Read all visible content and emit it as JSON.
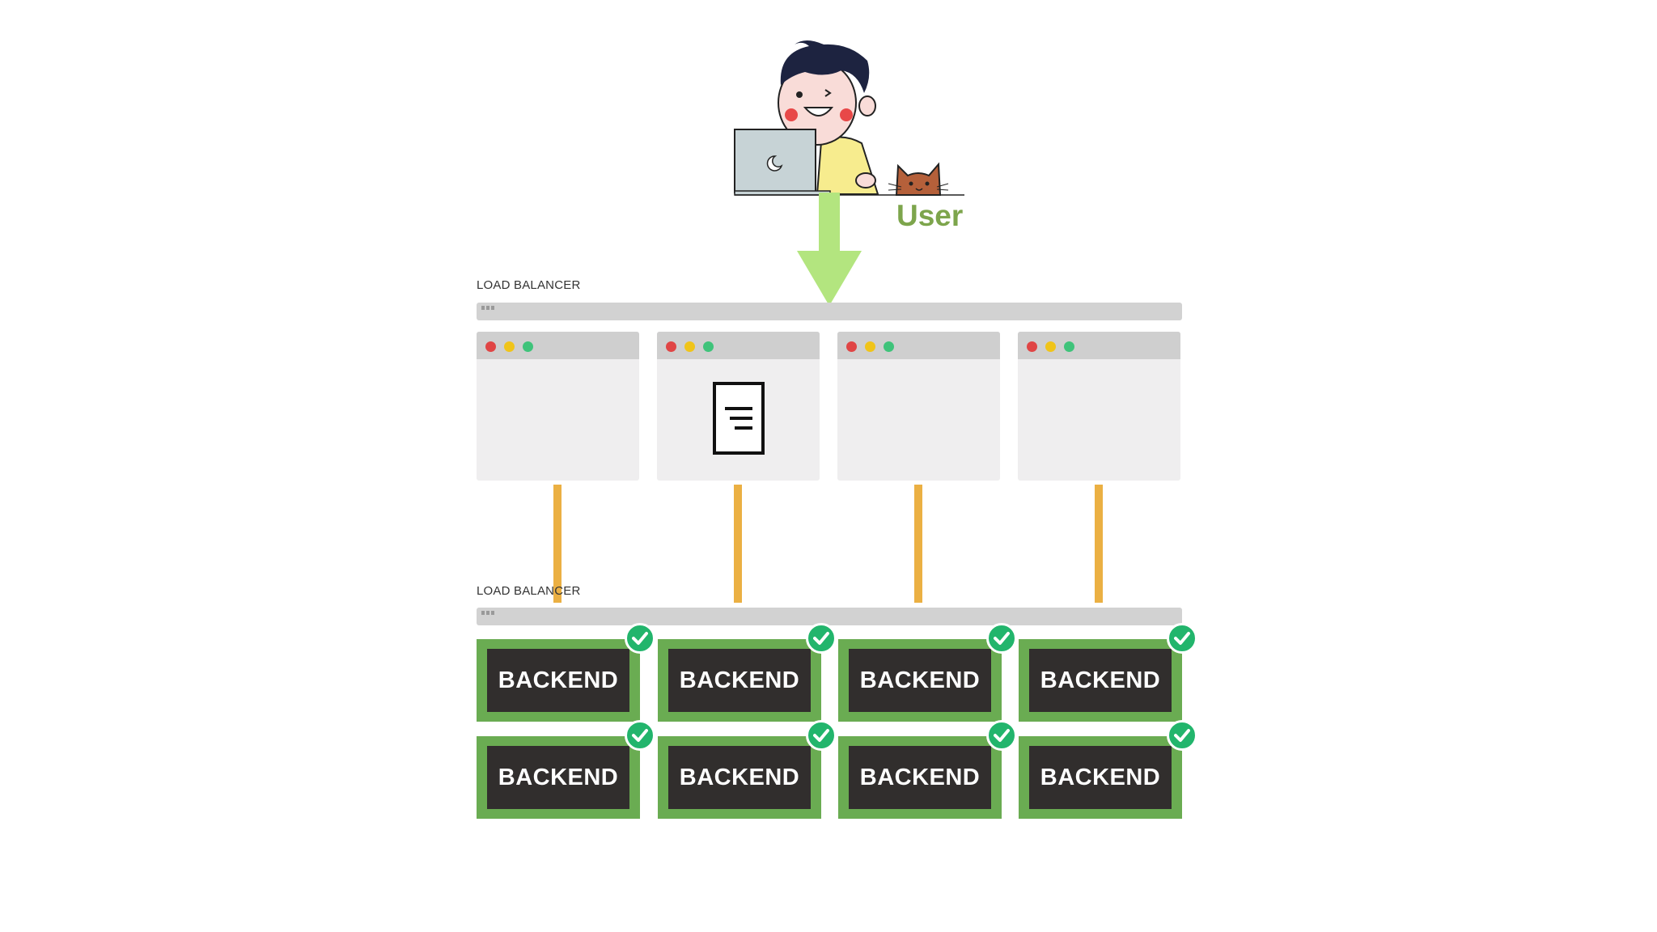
{
  "user": {
    "label": "User"
  },
  "load_balancers": [
    {
      "label": "LOAD BALANCER"
    },
    {
      "label": "LOAD BALANCER"
    }
  ],
  "backends": [
    {
      "label": "BACKEND",
      "status": "healthy"
    },
    {
      "label": "BACKEND",
      "status": "healthy"
    },
    {
      "label": "BACKEND",
      "status": "healthy"
    },
    {
      "label": "BACKEND",
      "status": "healthy"
    },
    {
      "label": "BACKEND",
      "status": "healthy"
    },
    {
      "label": "BACKEND",
      "status": "healthy"
    },
    {
      "label": "BACKEND",
      "status": "healthy"
    },
    {
      "label": "BACKEND",
      "status": "healthy"
    }
  ],
  "colors": {
    "user_label": "#7da54c",
    "request_arrow": "#b3e57f",
    "connector": "#ebb043",
    "backend_border": "#6aac52",
    "backend_fill": "#312e2d",
    "check": "#22b56c"
  }
}
